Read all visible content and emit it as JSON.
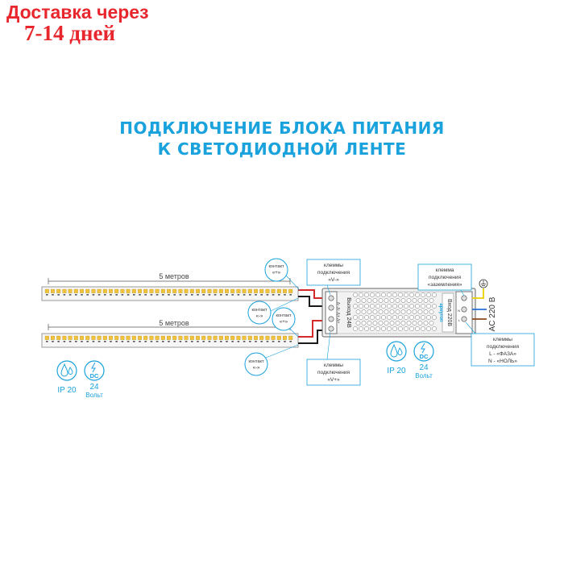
{
  "promo": {
    "line1": "Доставка через",
    "line2": "7-14 дней"
  },
  "heading": {
    "line1": "ПОДКЛЮЧЕНИЕ БЛОКА ПИТАНИЯ",
    "line2": "К СВЕТОДИОДНОЙ ЛЕНТЕ"
  },
  "strips": {
    "top_length": "5 метров",
    "bottom_length": "5 метров"
  },
  "contacts": {
    "plus_top_l1": "контакт",
    "plus_top_l2": "«+»",
    "minus_mid_l1": "контакт",
    "minus_mid_l2": "«-»",
    "plus_mid_l1": "контакт",
    "plus_mid_l2": "«+»",
    "minus_bot_l1": "контакт",
    "minus_bot_l2": "«-»"
  },
  "callouts": {
    "vminus_l1": "клеммы",
    "vminus_l2": "подключения",
    "vminus_l3": "«V-»",
    "vplus_l1": "клеммы",
    "vplus_l2": "подключения",
    "vplus_l3": "«V+»",
    "ground_l1": "клемма",
    "ground_l2": "подключения",
    "ground_l3": "«заземления»",
    "ac_l1": "клеммы",
    "ac_l2": "подключения",
    "ac_l3": "L - «ФАЗА»",
    "ac_l4": "N - «НОЛЬ»"
  },
  "psu": {
    "output_label": "Выход 24В",
    "input_label": "Вход 220В",
    "brand": "apeyron",
    "output_terminals": [
      "+V",
      "+V",
      "-V",
      "-V"
    ],
    "input_terminals": [
      "N",
      "L"
    ],
    "ac_label": "AC 220 В"
  },
  "specs_left": {
    "ip": "IP 20",
    "dc": "DC",
    "voltage": "24",
    "voltage_unit": "Вольт"
  },
  "specs_right": {
    "ip": "IP 20",
    "dc": "DC",
    "voltage": "24",
    "voltage_unit": "Вольт"
  },
  "colors": {
    "accent": "#1aa2dd",
    "promo": "#e8262d",
    "wire_red": "#d42a2a",
    "wire_black": "#1a1a1a",
    "wire_yellow": "#e9d000",
    "wire_blue": "#2a6fd6",
    "led": "#f2c23a"
  }
}
